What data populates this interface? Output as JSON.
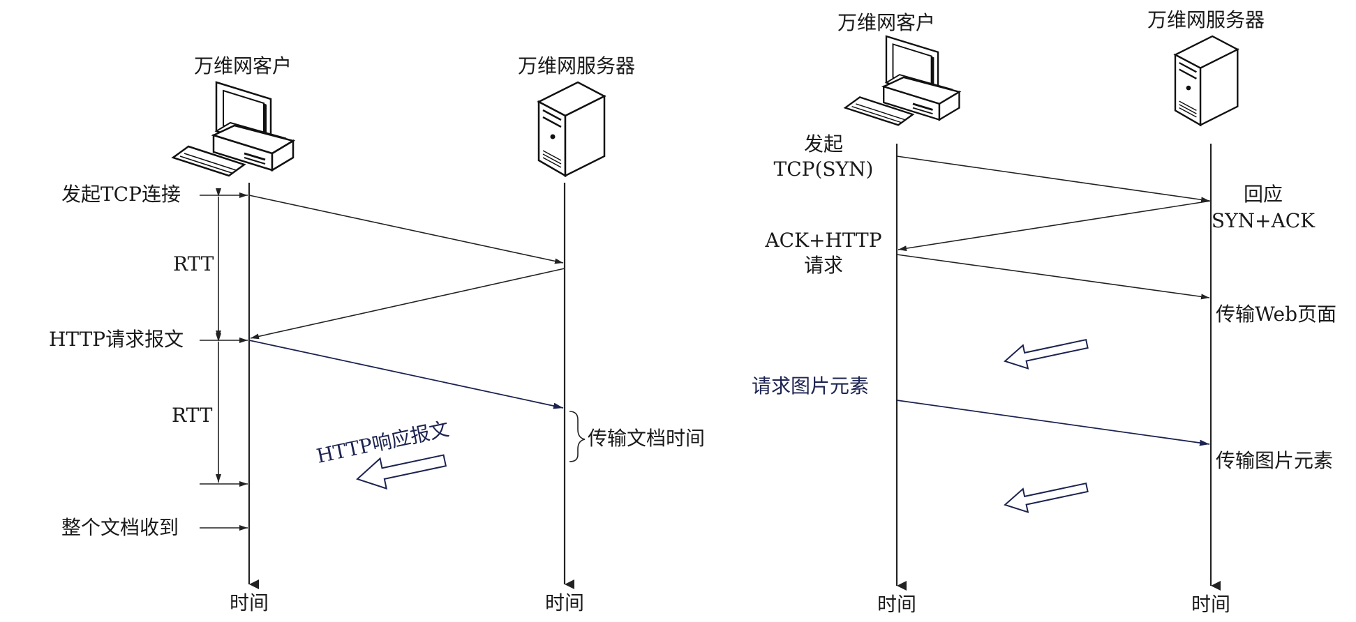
{
  "left": {
    "client_title": "万维网客户",
    "server_title": "万维网服务器",
    "time_client": "时间",
    "time_server": "时间",
    "label_tcp_connect": "发起TCP连接",
    "label_rtt_1": "RTT",
    "label_http_request": "HTTP请求报文",
    "label_rtt_2": "RTT",
    "label_doc_received": "整个文档收到",
    "label_http_response": "HTTP响应报文",
    "label_transfer_time": "传输文档时间"
  },
  "right": {
    "client_title": "万维网客户",
    "server_title": "万维网服务器",
    "time_client": "时间",
    "time_server": "时间",
    "label_syn_line1": "发起",
    "label_syn_line2": "TCP(SYN)",
    "label_synack_line1": "回应",
    "label_synack_line2": "SYN+ACK",
    "label_ack_line1": "ACK+HTTP",
    "label_ack_line2": "请求",
    "label_transfer_web": "传输Web页面",
    "label_request_image": "请求图片元素",
    "label_transfer_image": "传输图片元素"
  }
}
